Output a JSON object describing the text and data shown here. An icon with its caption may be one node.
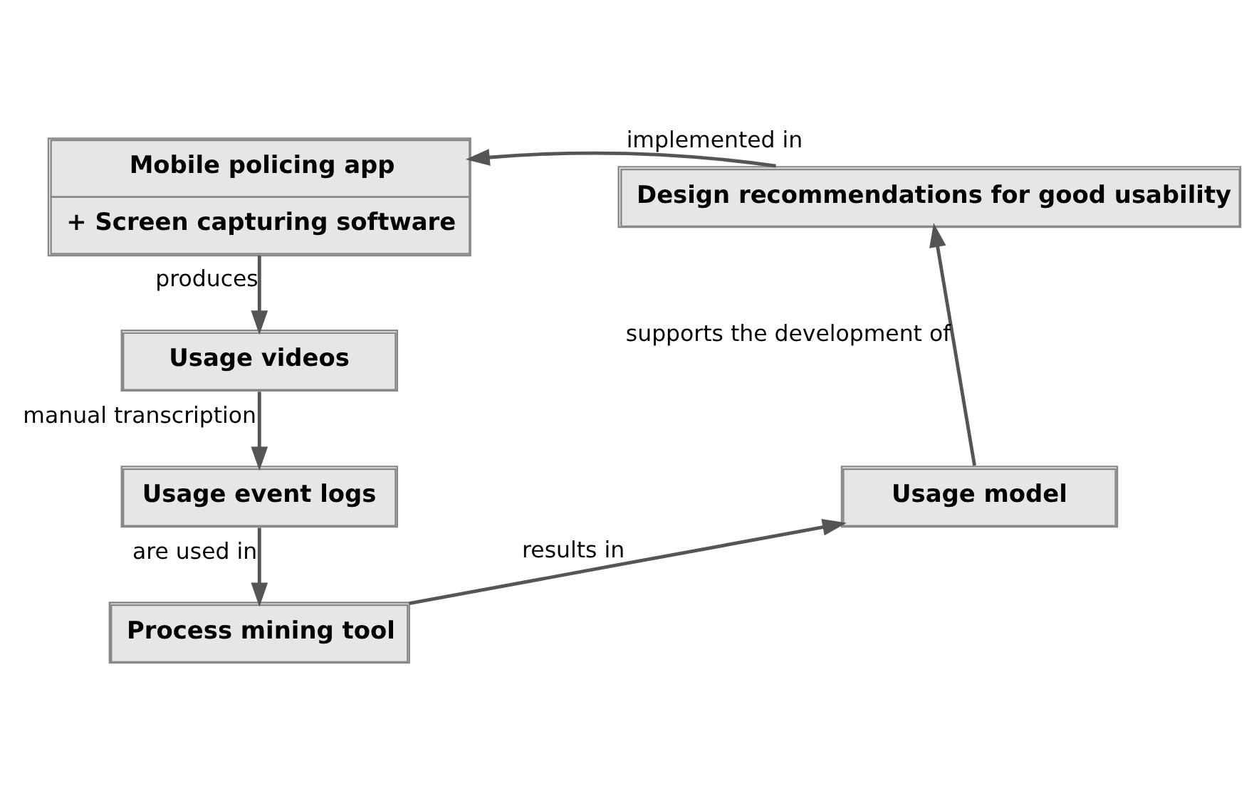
{
  "diagram": {
    "nodes": [
      {
        "text": [
          "Mobile policing app",
          "+ Screen capturing software"
        ]
      },
      {
        "text": [
          "Usage videos"
        ]
      },
      {
        "text": [
          "Usage event logs"
        ]
      },
      {
        "text": [
          "Process mining tool"
        ]
      },
      {
        "text": [
          "Usage model"
        ]
      },
      {
        "text": [
          "Design recommendations for good usability"
        ]
      }
    ],
    "edges": [
      {
        "from": 0,
        "to": 1,
        "arrow": "to",
        "label": "produces"
      },
      {
        "from": 1,
        "to": 2,
        "arrow": "to",
        "label": "manual transcription"
      },
      {
        "from": 2,
        "to": 3,
        "arrow": "to",
        "label": "are used in"
      },
      {
        "from": 3,
        "to": 4,
        "arrow": "to",
        "label": "results in"
      },
      {
        "from": 4,
        "to": 5,
        "arrow": "to",
        "label": "supports the development of"
      },
      {
        "from": 5,
        "to": 0,
        "arrow": "to",
        "label": "implemented in"
      }
    ]
  }
}
